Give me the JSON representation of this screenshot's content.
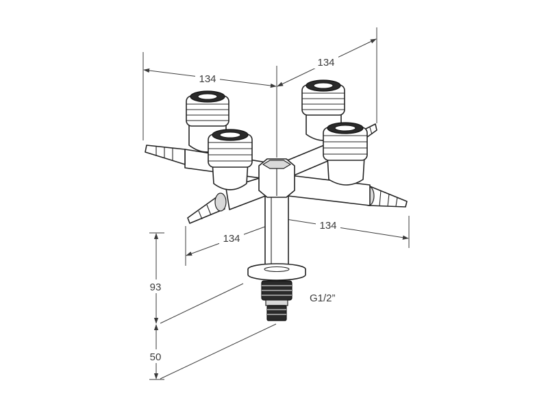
{
  "drawing": {
    "dimensions": {
      "top_left_width": "134",
      "top_right_width": "134",
      "bottom_left_width": "134",
      "bottom_right_width": "134",
      "upper_height": "93",
      "lower_height": "50"
    },
    "thread_label": "G1/2”"
  }
}
